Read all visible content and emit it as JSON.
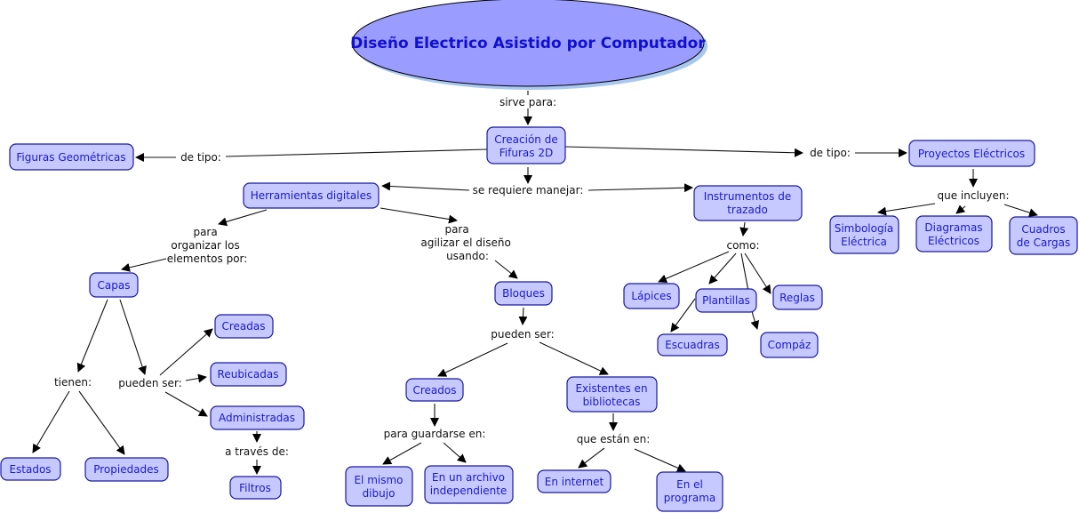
{
  "title": "Diseño Electrico Asistido por Computador",
  "colors": {
    "node_fill": "#c6c9ff",
    "node_border": "#1a1aa0",
    "node_text": "#1a1ac8",
    "title_fill": "#9a9cff",
    "title_shadow": "#a8c8f0",
    "link_text": "#111111"
  },
  "nodes": {
    "root": "Diseño Electrico Asistido por Computador",
    "creacion": [
      "Creación de",
      "Fifuras 2D"
    ],
    "figuras": [
      "Figuras Geométricas"
    ],
    "proyectos": [
      "Proyectos Eléctricos"
    ],
    "herramientas": [
      "Herramientas digitales"
    ],
    "instrumentos": [
      "Instrumentos de",
      "trazado"
    ],
    "simbologia": [
      "Simbología",
      "Eléctrica"
    ],
    "diagramas": [
      "Diagramas",
      "Eléctricos"
    ],
    "cuadros": [
      "Cuadros",
      "de Cargas"
    ],
    "capas": [
      "Capas"
    ],
    "bloques": [
      "Bloques"
    ],
    "lapices": [
      "Lápices"
    ],
    "plantillas": [
      "Plantillas"
    ],
    "reglas": [
      "Reglas"
    ],
    "escuadras": [
      "Escuadras"
    ],
    "compaz": [
      "Compáz"
    ],
    "creadas": [
      "Creadas"
    ],
    "reubicadas": [
      "Reubicadas"
    ],
    "administradas": [
      "Administradas"
    ],
    "filtros": [
      "Filtros"
    ],
    "estados": [
      "Estados"
    ],
    "propiedades": [
      "Propiedades"
    ],
    "creados": [
      "Creados"
    ],
    "existentes": [
      "Existentes en",
      "bibliotecas"
    ],
    "mismo_dibujo": [
      "El mismo",
      "dibujo"
    ],
    "archivo": [
      "En un archivo",
      "independiente"
    ],
    "internet": [
      "En internet"
    ],
    "programa": [
      "En el",
      "programa"
    ]
  },
  "links": {
    "sirve_para": [
      "sirve para:"
    ],
    "de_tipo_left": [
      "de tipo:"
    ],
    "de_tipo_right": [
      "de tipo:"
    ],
    "se_requiere": [
      "se requiere manejar:"
    ],
    "que_incluyen": [
      "que incluyen:"
    ],
    "como": [
      "como:"
    ],
    "para_organizar": [
      "para",
      "organizar los",
      "elementos por:"
    ],
    "para_agilizar": [
      "para",
      "agilizar el diseño",
      "usando:"
    ],
    "tienen": [
      "tienen:"
    ],
    "pueden_ser_capas": [
      "pueden ser:"
    ],
    "a_traves_de": [
      "a través de:"
    ],
    "pueden_ser_bloques": [
      "pueden ser:"
    ],
    "para_guardarse": [
      "para guardarse en:"
    ],
    "que_estan_en": [
      "que están en:"
    ]
  }
}
